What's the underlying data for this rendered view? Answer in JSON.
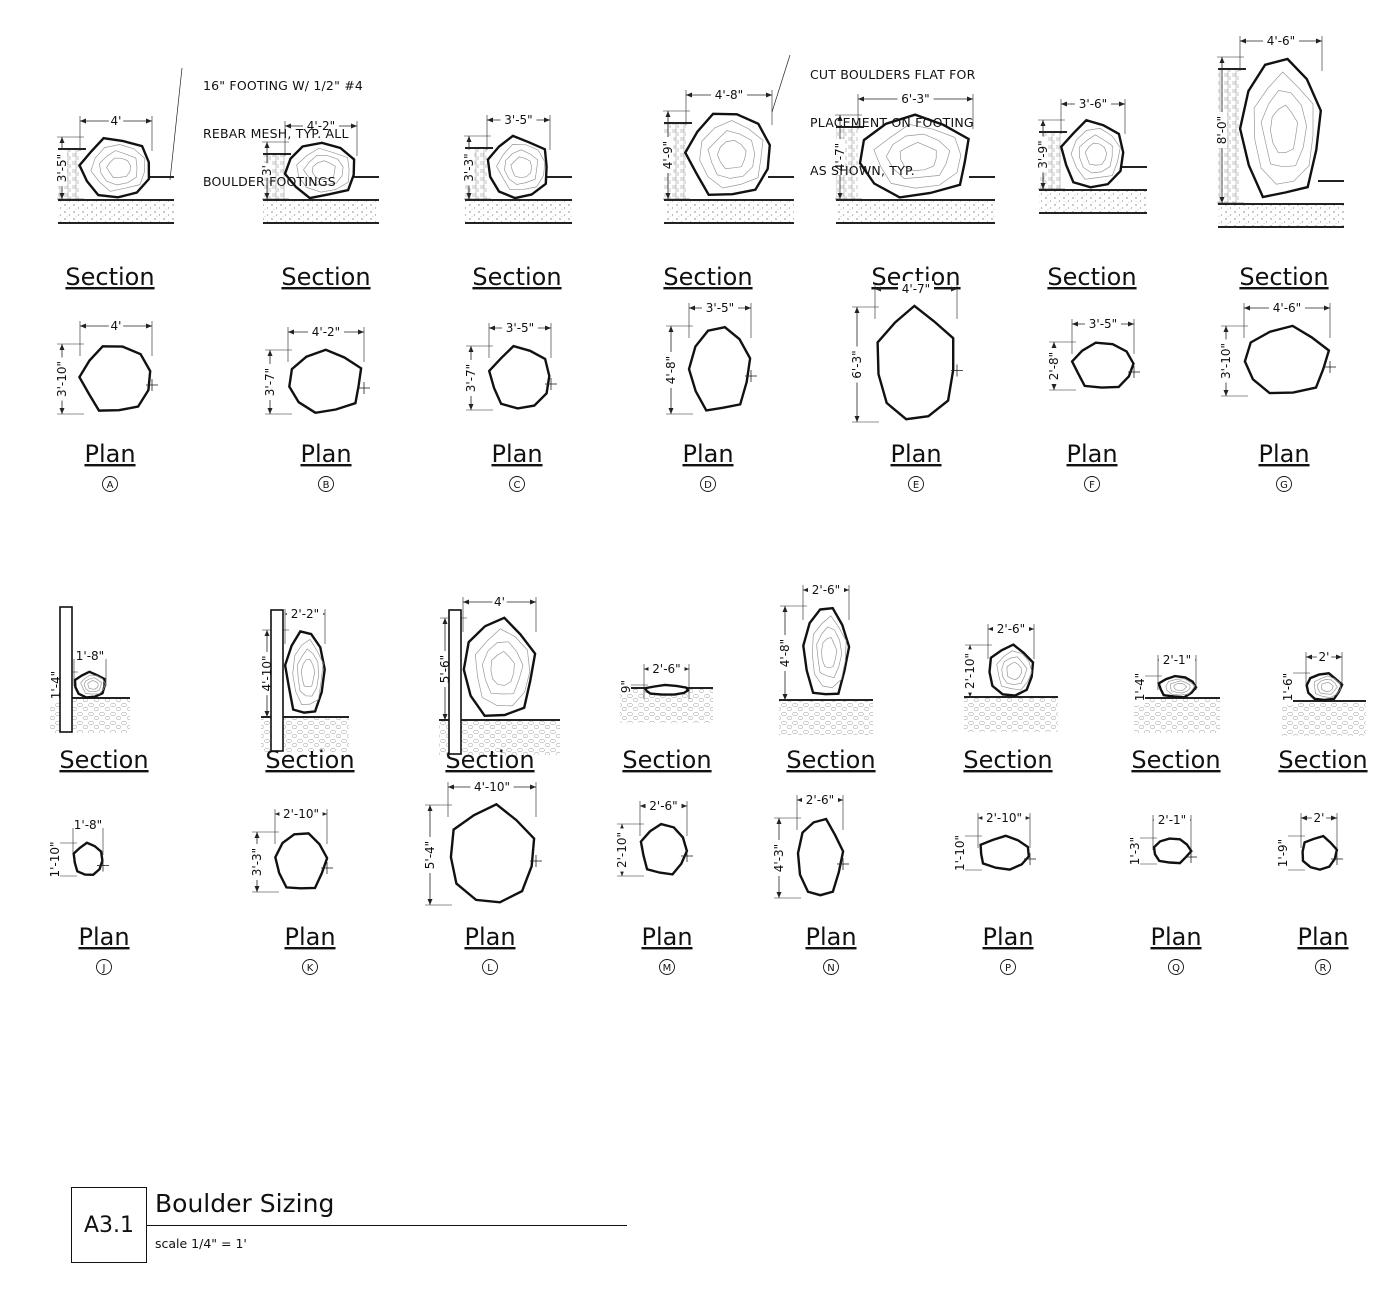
{
  "notes": {
    "footing": [
      "16\" FOOTING W/ 1/2\" #4",
      "REBAR MESH, TYP. ALL",
      "BOULDER FOOTINGS"
    ],
    "cut": [
      "CUT BOULDERS FLAT FOR",
      "PLACEMENT ON FOOTING",
      "AS SHOWN, TYP."
    ]
  },
  "labels": {
    "section": "Section",
    "plan": "Plan"
  },
  "boulders": [
    {
      "id": "A",
      "sec_w": "4'",
      "sec_h": "3'-5\"",
      "plan_w": "4'",
      "plan_h": "3'-10\""
    },
    {
      "id": "B",
      "sec_w": "4'-2\"",
      "sec_h": "3'",
      "plan_w": "4'-2\"",
      "plan_h": "3'-7\""
    },
    {
      "id": "C",
      "sec_w": "3'-5\"",
      "sec_h": "3'-3\"",
      "plan_w": "3'-5\"",
      "plan_h": "3'-7\""
    },
    {
      "id": "D",
      "sec_w": "4'-8\"",
      "sec_h": "4'-9\"",
      "plan_w": "3'-5\"",
      "plan_h": "4'-8\""
    },
    {
      "id": "E",
      "sec_w": "6'-3\"",
      "sec_h": "4'-7\"",
      "plan_w": "4'-7\"",
      "plan_h": "6'-3\""
    },
    {
      "id": "F",
      "sec_w": "3'-6\"",
      "sec_h": "3'-9\"",
      "plan_w": "3'-5\"",
      "plan_h": "2'-8\""
    },
    {
      "id": "G",
      "sec_w": "4'-6\"",
      "sec_h": "8'-0\"",
      "plan_w": "4'-6\"",
      "plan_h": "3'-10\""
    },
    {
      "id": "J",
      "sec_w": "1'-8\"",
      "sec_h": "1'-4\"",
      "plan_w": "1'-8\"",
      "plan_h": "1'-10\""
    },
    {
      "id": "K",
      "sec_w": "2'-2\"",
      "sec_h": "4'-10\"",
      "plan_w": "2'-10\"",
      "plan_h": "3'-3\""
    },
    {
      "id": "L",
      "sec_w": "4'",
      "sec_h": "5'-6\"",
      "plan_w": "4'-10\"",
      "plan_h": "5'-4\""
    },
    {
      "id": "M",
      "sec_w": "2'-6\"",
      "sec_h": "9\"",
      "plan_w": "2'-6\"",
      "plan_h": "2'-10\""
    },
    {
      "id": "N",
      "sec_w": "2'-6\"",
      "sec_h": "4'-8\"",
      "plan_w": "2'-6\"",
      "plan_h": "4'-3\""
    },
    {
      "id": "P",
      "sec_w": "2'-6\"",
      "sec_h": "2'-10\"",
      "plan_w": "2'-10\"",
      "plan_h": "1'-10\""
    },
    {
      "id": "Q",
      "sec_w": "2'-1\"",
      "sec_h": "1'-4\"",
      "plan_w": "2'-1\"",
      "plan_h": "1'-3\""
    },
    {
      "id": "R",
      "sec_w": "2'",
      "sec_h": "1'-6\"",
      "plan_w": "2'",
      "plan_h": "1'-9\""
    }
  ],
  "title_block": {
    "sheet": "A3.1",
    "title": "Boulder Sizing",
    "scale": "scale 1/4\" = 1'"
  }
}
